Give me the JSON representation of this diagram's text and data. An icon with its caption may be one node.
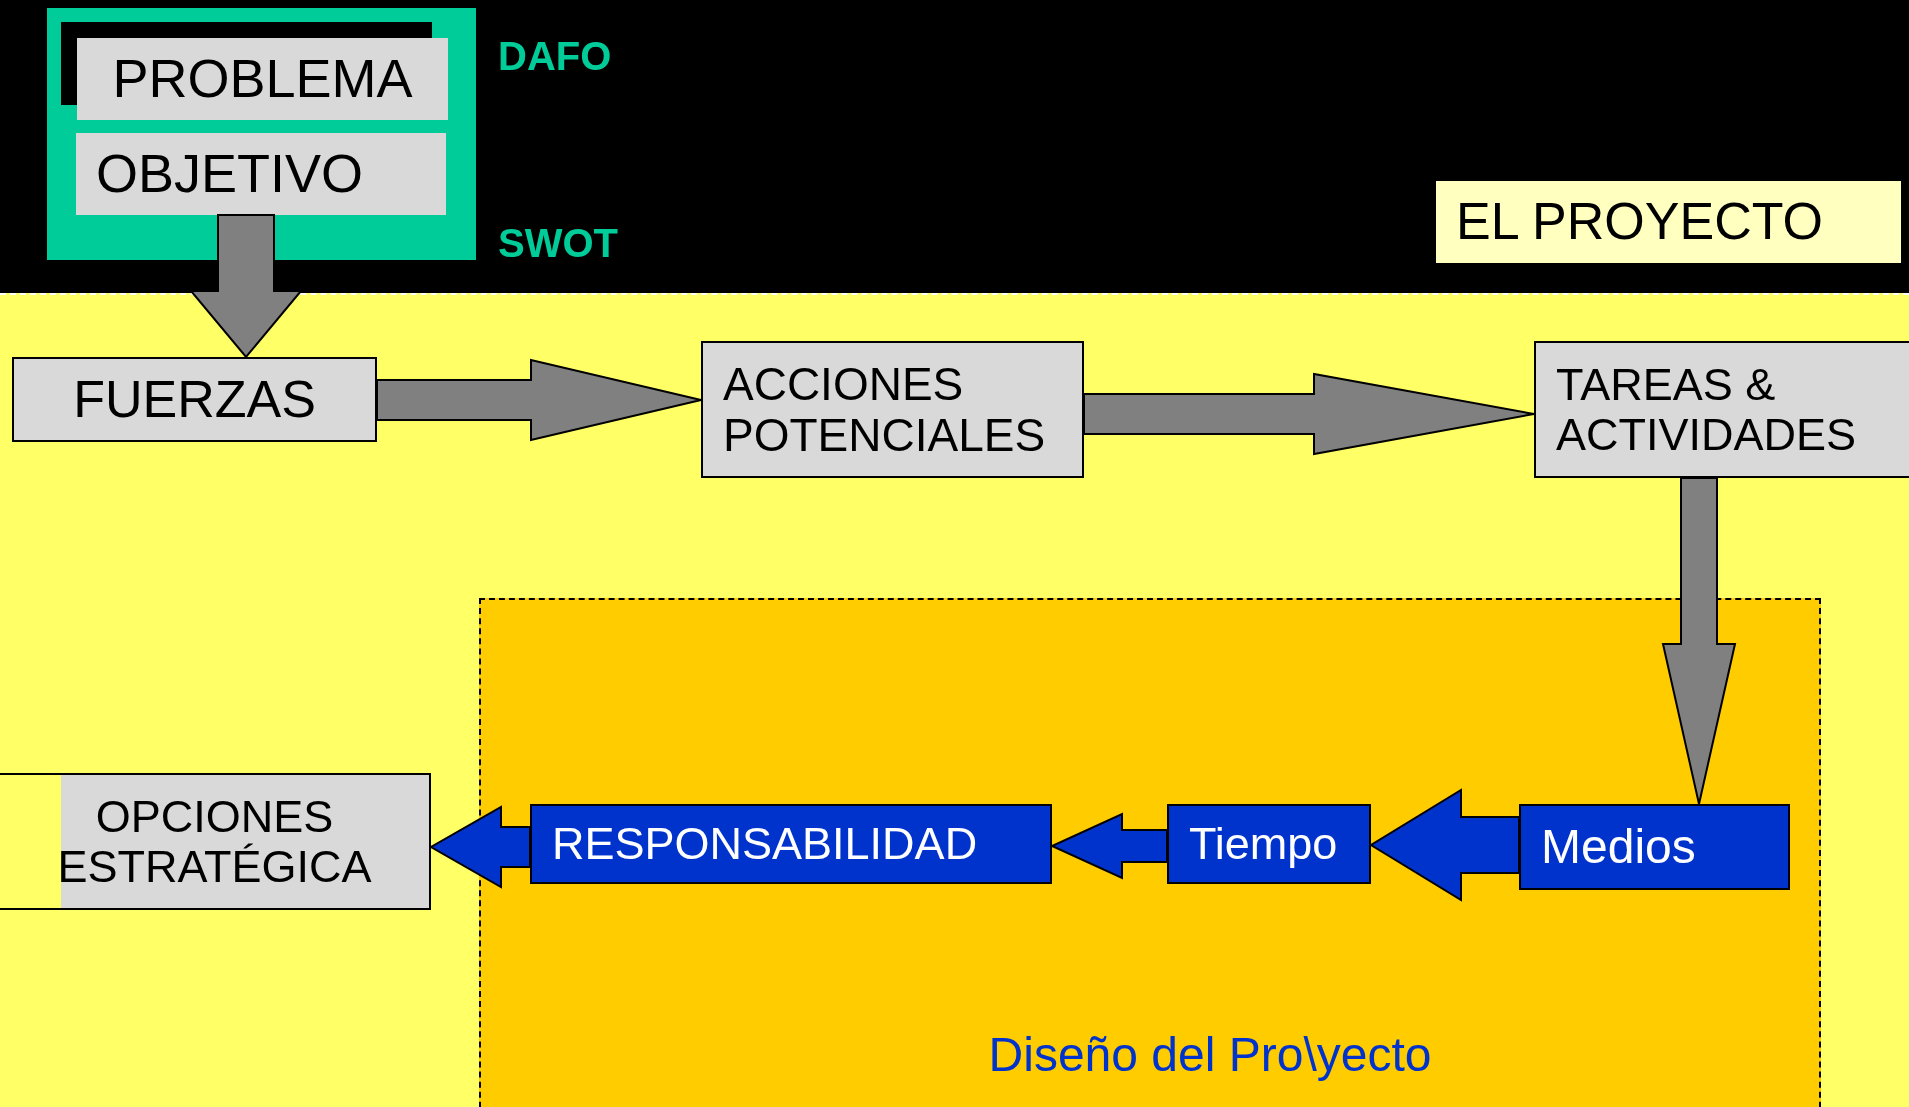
{
  "diagram": {
    "nodes": [
      {
        "text": [],
        "shape": "box"
      },
      {
        "text": [
          "PROBLEMA"
        ],
        "in": 0
      },
      {
        "text": [
          "OBJETIVO"
        ],
        "in": 0
      },
      {
        "text": [
          "EL PROYECTO"
        ]
      },
      {
        "text": [
          "FUERZAS"
        ]
      },
      {
        "text": [
          "ACCIONES POTENCIALES"
        ]
      },
      {
        "text": [
          "TAREAS & ACTIVIDADES"
        ]
      },
      {
        "text": [
          "Diseño del Pro\\yecto"
        ]
      },
      {
        "text": [
          "OPCIONES ESTRATÉGICA"
        ]
      },
      {
        "text": [
          "RESPONSABILIDAD"
        ],
        "in": 7
      },
      {
        "text": [
          "Tiempo"
        ],
        "in": 7
      },
      {
        "text": [
          "Medios"
        ],
        "in": 7
      }
    ],
    "edges": [
      {
        "from": 2,
        "to": 4,
        "arrow": "to"
      },
      {
        "from": 4,
        "to": 5,
        "arrow": "to"
      },
      {
        "from": 5,
        "to": 6,
        "arrow": "to"
      },
      {
        "from": 6,
        "to": 11,
        "arrow": "to"
      },
      {
        "from": 11,
        "to": 10,
        "arrow": "to",
        "color": "#0033cc"
      },
      {
        "from": 10,
        "to": 9,
        "arrow": "to",
        "color": "#0033cc"
      },
      {
        "from": 9,
        "to": 8,
        "arrow": "to",
        "color": "#0033cc"
      }
    ],
    "labels": [
      "DAFO",
      "SWOT"
    ]
  }
}
